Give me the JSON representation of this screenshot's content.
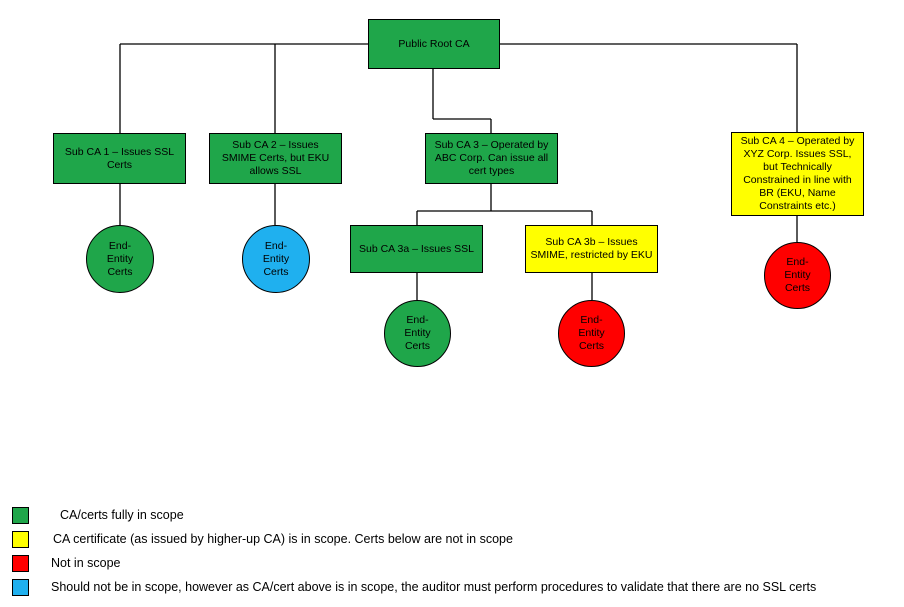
{
  "colors": {
    "in_scope": "#1fa64a",
    "ca_only": "#ffff00",
    "not_in_scope": "#ff0000",
    "validate": "#1fb0ef"
  },
  "nodes": {
    "root": "Public Root CA",
    "sub1": "Sub CA 1 – Issues SSL Certs",
    "sub2": "Sub CA 2 – Issues SMIME Certs, but EKU allows SSL",
    "sub3": "Sub CA 3 – Operated by ABC Corp. Can issue all cert types",
    "sub4": "Sub CA 4 – Operated by XYZ Corp. Issues SSL, but Technically Constrained in line with BR (EKU, Name Constraints etc.)",
    "sub3a": "Sub CA 3a – Issues SSL",
    "sub3b": "Sub CA 3b – Issues SMIME, restricted by EKU"
  },
  "end_entity_label": "End-Entity Certs",
  "legend": {
    "green": "CA/certs fully in scope",
    "yellow": "CA certificate (as issued by higher-up CA) is in scope. Certs below are not in scope",
    "red": "Not in scope",
    "blue": "Should not be in scope, however as CA/cert above is in scope, the auditor must perform procedures to validate that there are no SSL certs"
  }
}
